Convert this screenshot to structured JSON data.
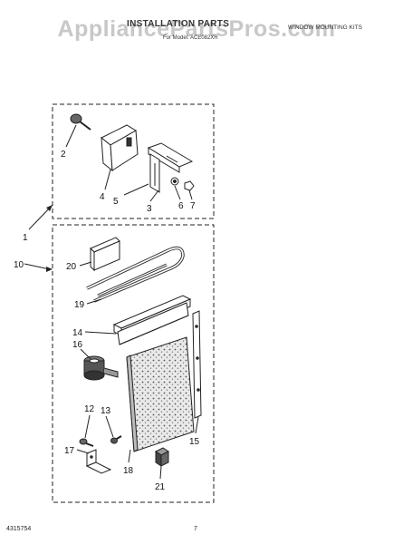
{
  "header": {
    "watermark": "AppliancePartsPros.com",
    "title": "INSTALLATION PARTS",
    "subtitle": "For Model: ACE082XR",
    "section": "WINDOW MOUNTING KITS"
  },
  "callouts": [
    "1",
    "2",
    "3",
    "4",
    "5",
    "6",
    "7",
    "10",
    "12",
    "13",
    "14",
    "15",
    "16",
    "17",
    "18",
    "19",
    "20",
    "21"
  ],
  "footer": {
    "part_number": "4315754",
    "page": "7"
  }
}
